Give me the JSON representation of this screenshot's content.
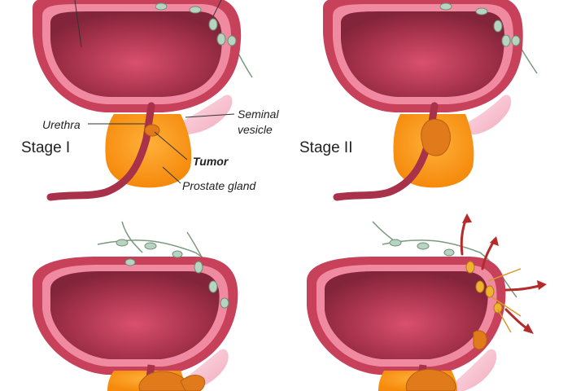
{
  "labels": {
    "urethra": "Urethra",
    "seminal_vesicle_line1": "Seminal",
    "seminal_vesicle_line2": "vesicle",
    "tumor": "Tumor",
    "prostate_gland": "Prostate gland"
  },
  "stages": {
    "stage1": "Stage I",
    "stage2": "Stage II"
  },
  "colors": {
    "bladder_outer": "#c7415a",
    "bladder_wall": "#f08aa0",
    "bladder_inner": "#a3324a",
    "prostate": "#ff9a1a",
    "tumor": "#e07a1a",
    "urethra": "#a8324a",
    "lymph_node": "#b7d3c2",
    "seminal_vesicle": "#f8c8d4",
    "spread_arrow": "#b52a2a"
  }
}
